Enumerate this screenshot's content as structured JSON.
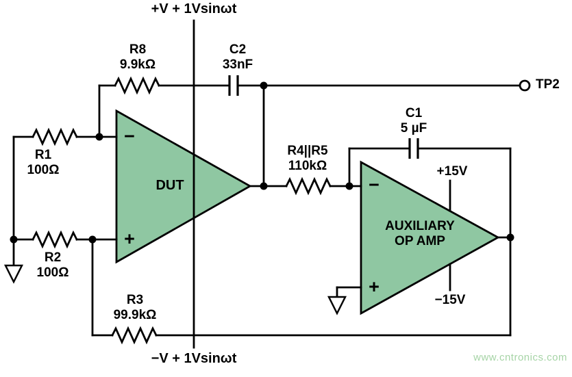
{
  "colors": {
    "opamp_fill": "#8FC7A2",
    "wire": "#000000",
    "watermark_green": "#A6D4A6"
  },
  "supplies": {
    "top": "+V + 1Vsinωt",
    "bottom": "−V + 1Vsinωt",
    "aux_positive": "+15V",
    "aux_negative": "−15V"
  },
  "components": {
    "r1": {
      "name": "R1",
      "value": "100Ω"
    },
    "r2": {
      "name": "R2",
      "value": "100Ω"
    },
    "r3": {
      "name": "R3",
      "value": "99.9kΩ"
    },
    "r45": {
      "name": "R4||R5",
      "value": "110kΩ"
    },
    "r8": {
      "name": "R8",
      "value": "9.9kΩ"
    },
    "c1": {
      "name": "C1",
      "value": "5 µF"
    },
    "c2": {
      "name": "C2",
      "value": "33nF"
    }
  },
  "opamps": {
    "dut": {
      "label": "DUT",
      "inverting": "−",
      "noninverting": "+"
    },
    "aux": {
      "label_line1": "AUXILIARY",
      "label_line2": "OP AMP",
      "inverting": "−",
      "noninverting": "+"
    }
  },
  "test_points": {
    "tp2": "TP2"
  },
  "watermark": {
    "text": "www.cntronics.com"
  }
}
